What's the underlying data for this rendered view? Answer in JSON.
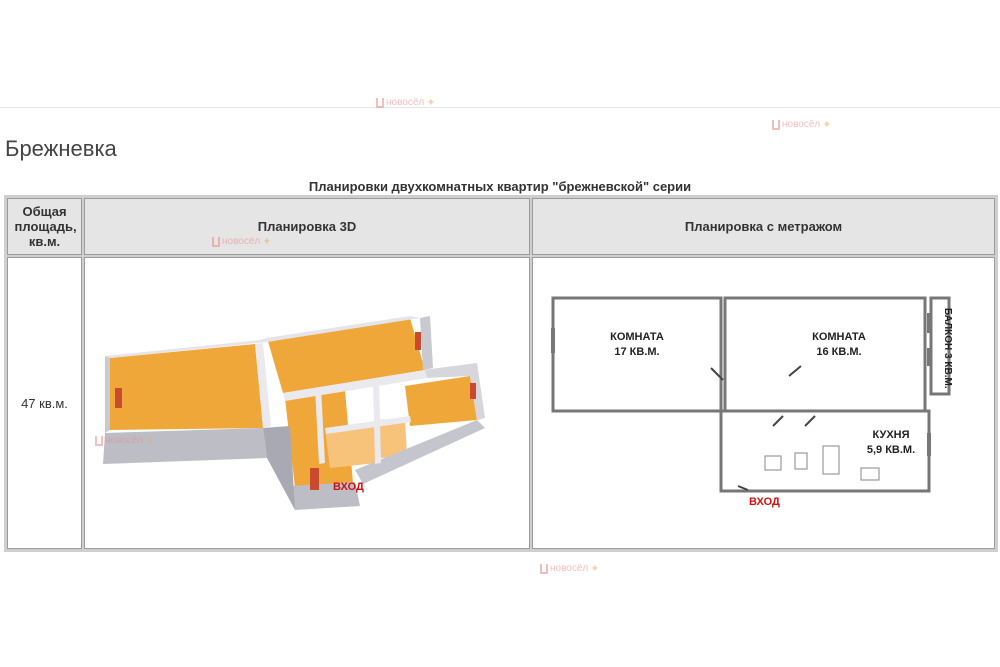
{
  "page": {
    "title": "Брежневка"
  },
  "table": {
    "caption": "Планировки двухкомнатных квартир \"брежневской\" серии",
    "headers": {
      "area": "Общая площадь, кв.м.",
      "plan3d": "Планировка 3D",
      "plan_metric": "Планировка с метражом"
    },
    "rows": [
      {
        "area": "47 кв.м."
      }
    ]
  },
  "plan_3d": {
    "entrance": "ВХОД"
  },
  "plan_metric": {
    "room1": {
      "name": "КОМНАТА",
      "area": "17 КВ.М."
    },
    "room2": {
      "name": "КОМНАТА",
      "area": "16 КВ.М."
    },
    "kitchen": {
      "name": "КУХНЯ",
      "area": "5,9 КВ.М."
    },
    "balcony": "БАЛКОН 3 КВ.М.",
    "entrance": "ВХОД"
  },
  "watermark": {
    "logo_text": "новосёл"
  },
  "colors": {
    "floor": "#f0a73a",
    "wall": "#d2d2d8",
    "door": "#c94a2e",
    "label_red": "#cc1111"
  }
}
